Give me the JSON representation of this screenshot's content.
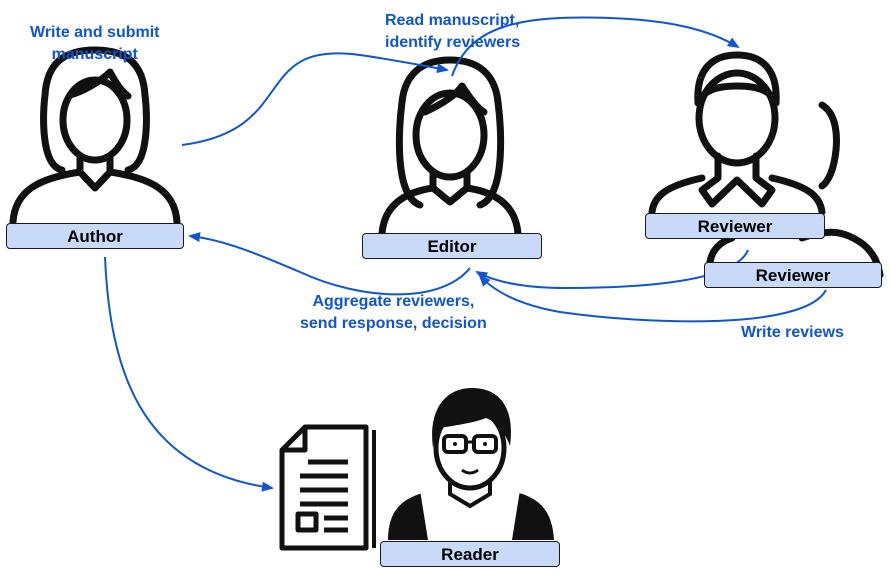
{
  "colors": {
    "accent": "#1155cc",
    "label_bg": "#c9daf8",
    "figure": "#111111"
  },
  "roles": {
    "author": "Author",
    "editor": "Editor",
    "reviewer_1": "Reviewer",
    "reviewer_2": "Reviewer",
    "reader": "Reader"
  },
  "steps": {
    "submit": [
      "Write and submit",
      "manuscript"
    ],
    "identify": [
      "Read manuscript,",
      "identify reviewers"
    ],
    "aggregate": [
      "Aggregate reviewers,",
      "send response, decision"
    ],
    "review": [
      "Write reviews"
    ]
  },
  "icons": {
    "author": "person-female-icon",
    "editor": "person-female-icon",
    "reviewer": "person-male-icon",
    "reader": "person-glasses-icon",
    "manuscript": "document-icon"
  }
}
